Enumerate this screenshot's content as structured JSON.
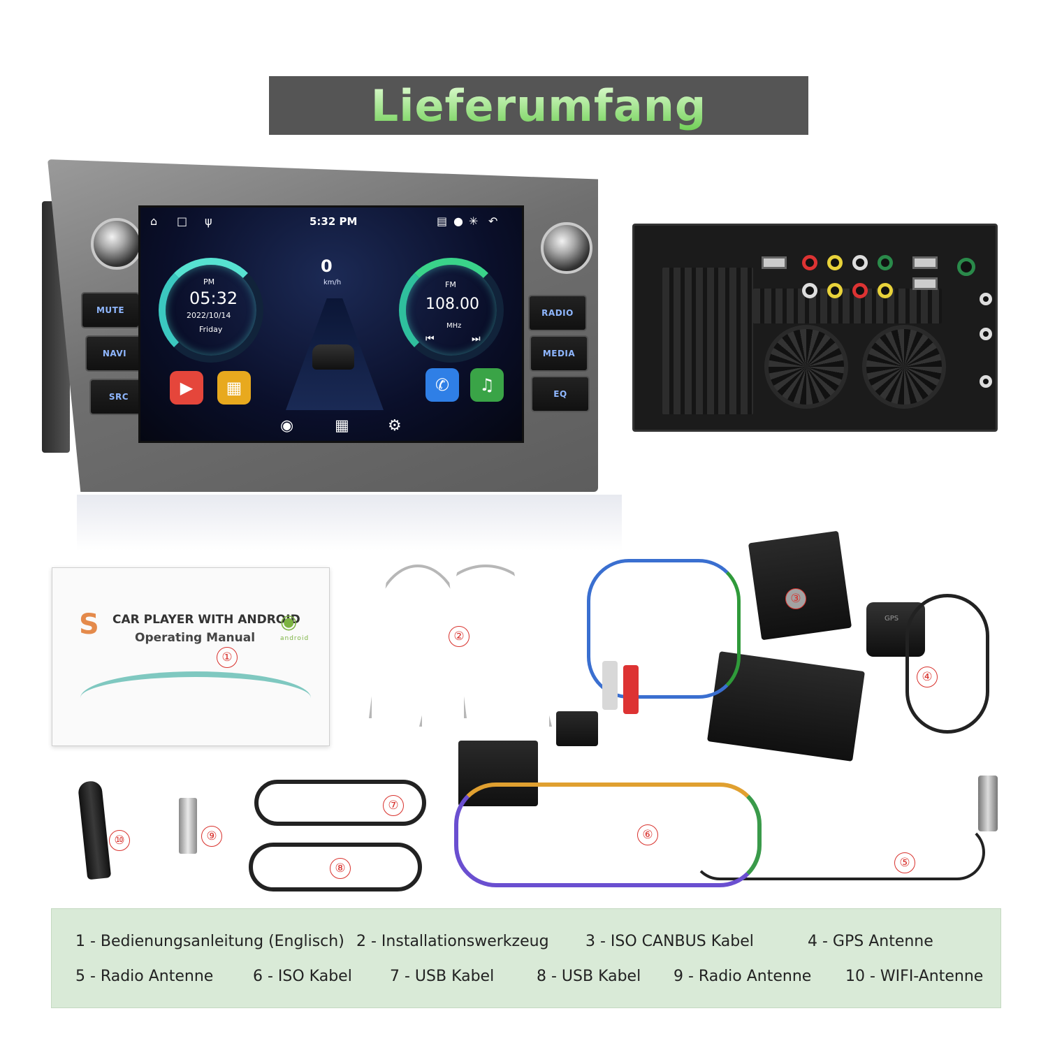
{
  "title": "Lieferumfang",
  "head_unit": {
    "buttons_left": [
      "MUTE",
      "NAVI",
      "SRC"
    ],
    "buttons_right": [
      "RADIO",
      "MEDIA",
      "EQ"
    ],
    "screen": {
      "status_time": "5:32 PM",
      "speed": "0",
      "speed_unit": "km/h",
      "clock": {
        "ampm": "PM",
        "time": "05:32",
        "date": "2022/10/14",
        "day": "Friday"
      },
      "radio": {
        "band": "FM",
        "frequency": "108.00",
        "unit": "MHz"
      }
    }
  },
  "manual": {
    "title": "CAR PLAYER WITH ANDROID",
    "subtitle": "Operating Manual",
    "android_label": "android"
  },
  "gps_label": "GPS",
  "markers": [
    "①",
    "②",
    "③",
    "④",
    "⑤",
    "⑥",
    "⑦",
    "⑧",
    "⑨",
    "⑩"
  ],
  "legend": [
    "1 - Bedienungsanleitung (Englisch)",
    "2 - Installationswerkzeug",
    "3 - ISO CANBUS Kabel",
    "4 - GPS Antenne",
    "5 - Radio Antenne",
    "6 - ISO Kabel",
    "7 - USB Kabel",
    "8 - USB Kabel",
    "9 - Radio Antenne",
    "10 - WIFI-Antenne"
  ],
  "colors": {
    "banner": "#555555",
    "title": "#a8e28f",
    "marker": "#d8312c",
    "legend_bg": "#d9ead7"
  }
}
